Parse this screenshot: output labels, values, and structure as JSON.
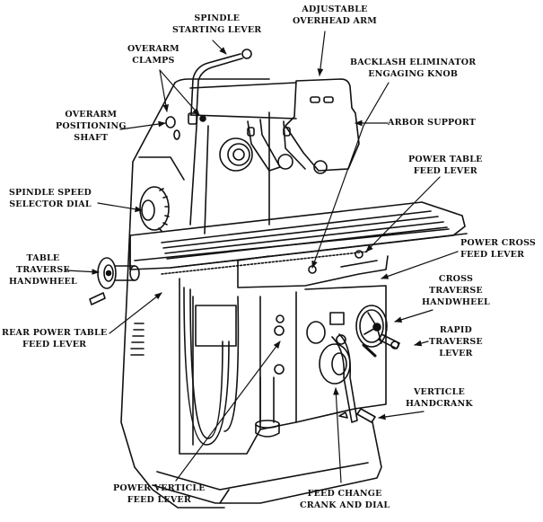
{
  "diagram": {
    "subject": "Horizontal milling machine parts",
    "line_color": "#111111",
    "background": "#ffffff"
  },
  "labels": {
    "spindle_starting_lever": [
      "SPINDLE",
      "STARTING LEVER"
    ],
    "adjustable_overhead_arm": [
      "ADJUSTABLE",
      "OVERHEAD ARM"
    ],
    "overarm_clamps": [
      "OVERARM",
      "CLAMPS"
    ],
    "backlash_eliminator": [
      "BACKLASH ELIMINATOR",
      "ENGAGING KNOB"
    ],
    "overarm_positioning_shaft": [
      "OVERARM",
      "POSITIONING",
      "SHAFT"
    ],
    "arbor_support": [
      "ARBOR SUPPORT"
    ],
    "spindle_speed_selector_dial": [
      "SPINDLE SPEED",
      "SELECTOR DIAL"
    ],
    "power_table_feed_lever": [
      "POWER TABLE",
      "FEED LEVER"
    ],
    "table_traverse_handwheel": [
      "TABLE",
      "TRAVERSE",
      "HANDWHEEL"
    ],
    "power_cross_feed_lever": [
      "POWER CROSS",
      "FEED LEVER"
    ],
    "cross_traverse_handwheel": [
      "CROSS",
      "TRAVERSE",
      "HANDWHEEL"
    ],
    "rear_power_table_feed_lever": [
      "REAR POWER TABLE",
      "FEED LEVER"
    ],
    "rapid_traverse_lever": [
      "RAPID",
      "TRAVERSE",
      "LEVER"
    ],
    "verticle_handcrank": [
      "VERTICLE",
      "HANDCRANK"
    ],
    "power_verticle_feed_lever": [
      "POWER VERTICLE",
      "FEED LEVER"
    ],
    "feed_change_crank_and_dial": [
      "FEED CHANGE",
      "CRANK AND DIAL"
    ]
  }
}
